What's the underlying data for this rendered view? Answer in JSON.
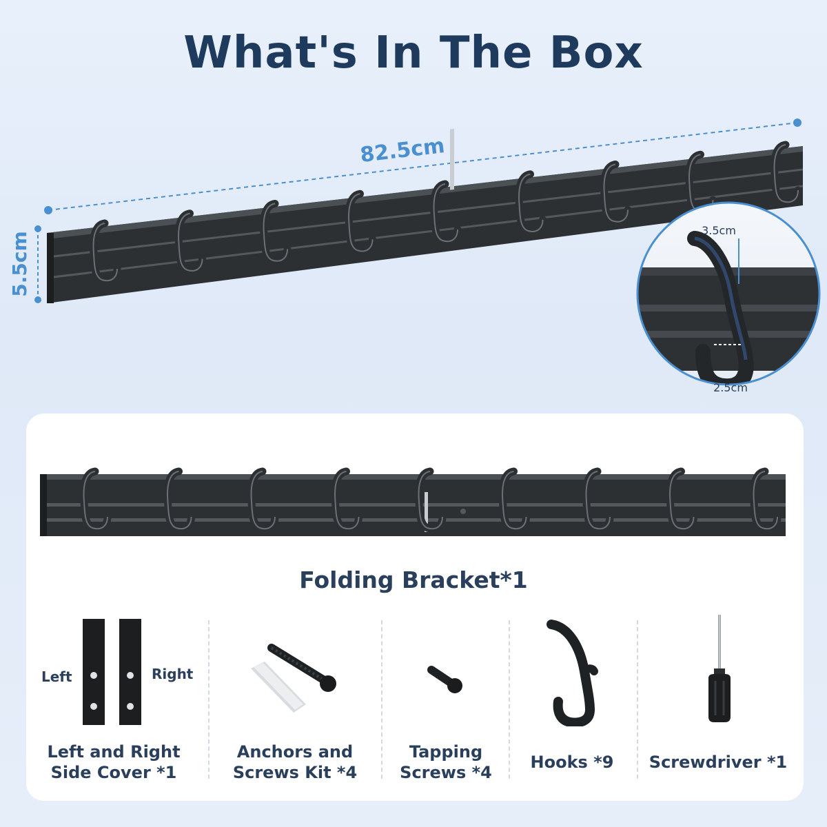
{
  "title": "What's In The Box",
  "dimensions": {
    "length": "82.5cm",
    "height": "5.5cm",
    "hook_depth": "3.5cm",
    "hook_gap": "2.5cm"
  },
  "bracket": {
    "label": "Folding Bracket*1",
    "hook_count": 9
  },
  "items": [
    {
      "line1": "Left and Right",
      "line2": "Side Cover *1",
      "left_tag": "Left",
      "right_tag": "Right"
    },
    {
      "line1": "Anchors and",
      "line2": "Screws Kit *4"
    },
    {
      "line1": "Tapping",
      "line2": "Screws *4"
    },
    {
      "line1": "Hooks *9",
      "line2": ""
    },
    {
      "line1": "Screwdriver *1",
      "line2": ""
    }
  ],
  "colors": {
    "title": "#1e3a5c",
    "accent": "#4a8fd0",
    "metal": "#2d3033",
    "text": "#2a3f5c"
  }
}
